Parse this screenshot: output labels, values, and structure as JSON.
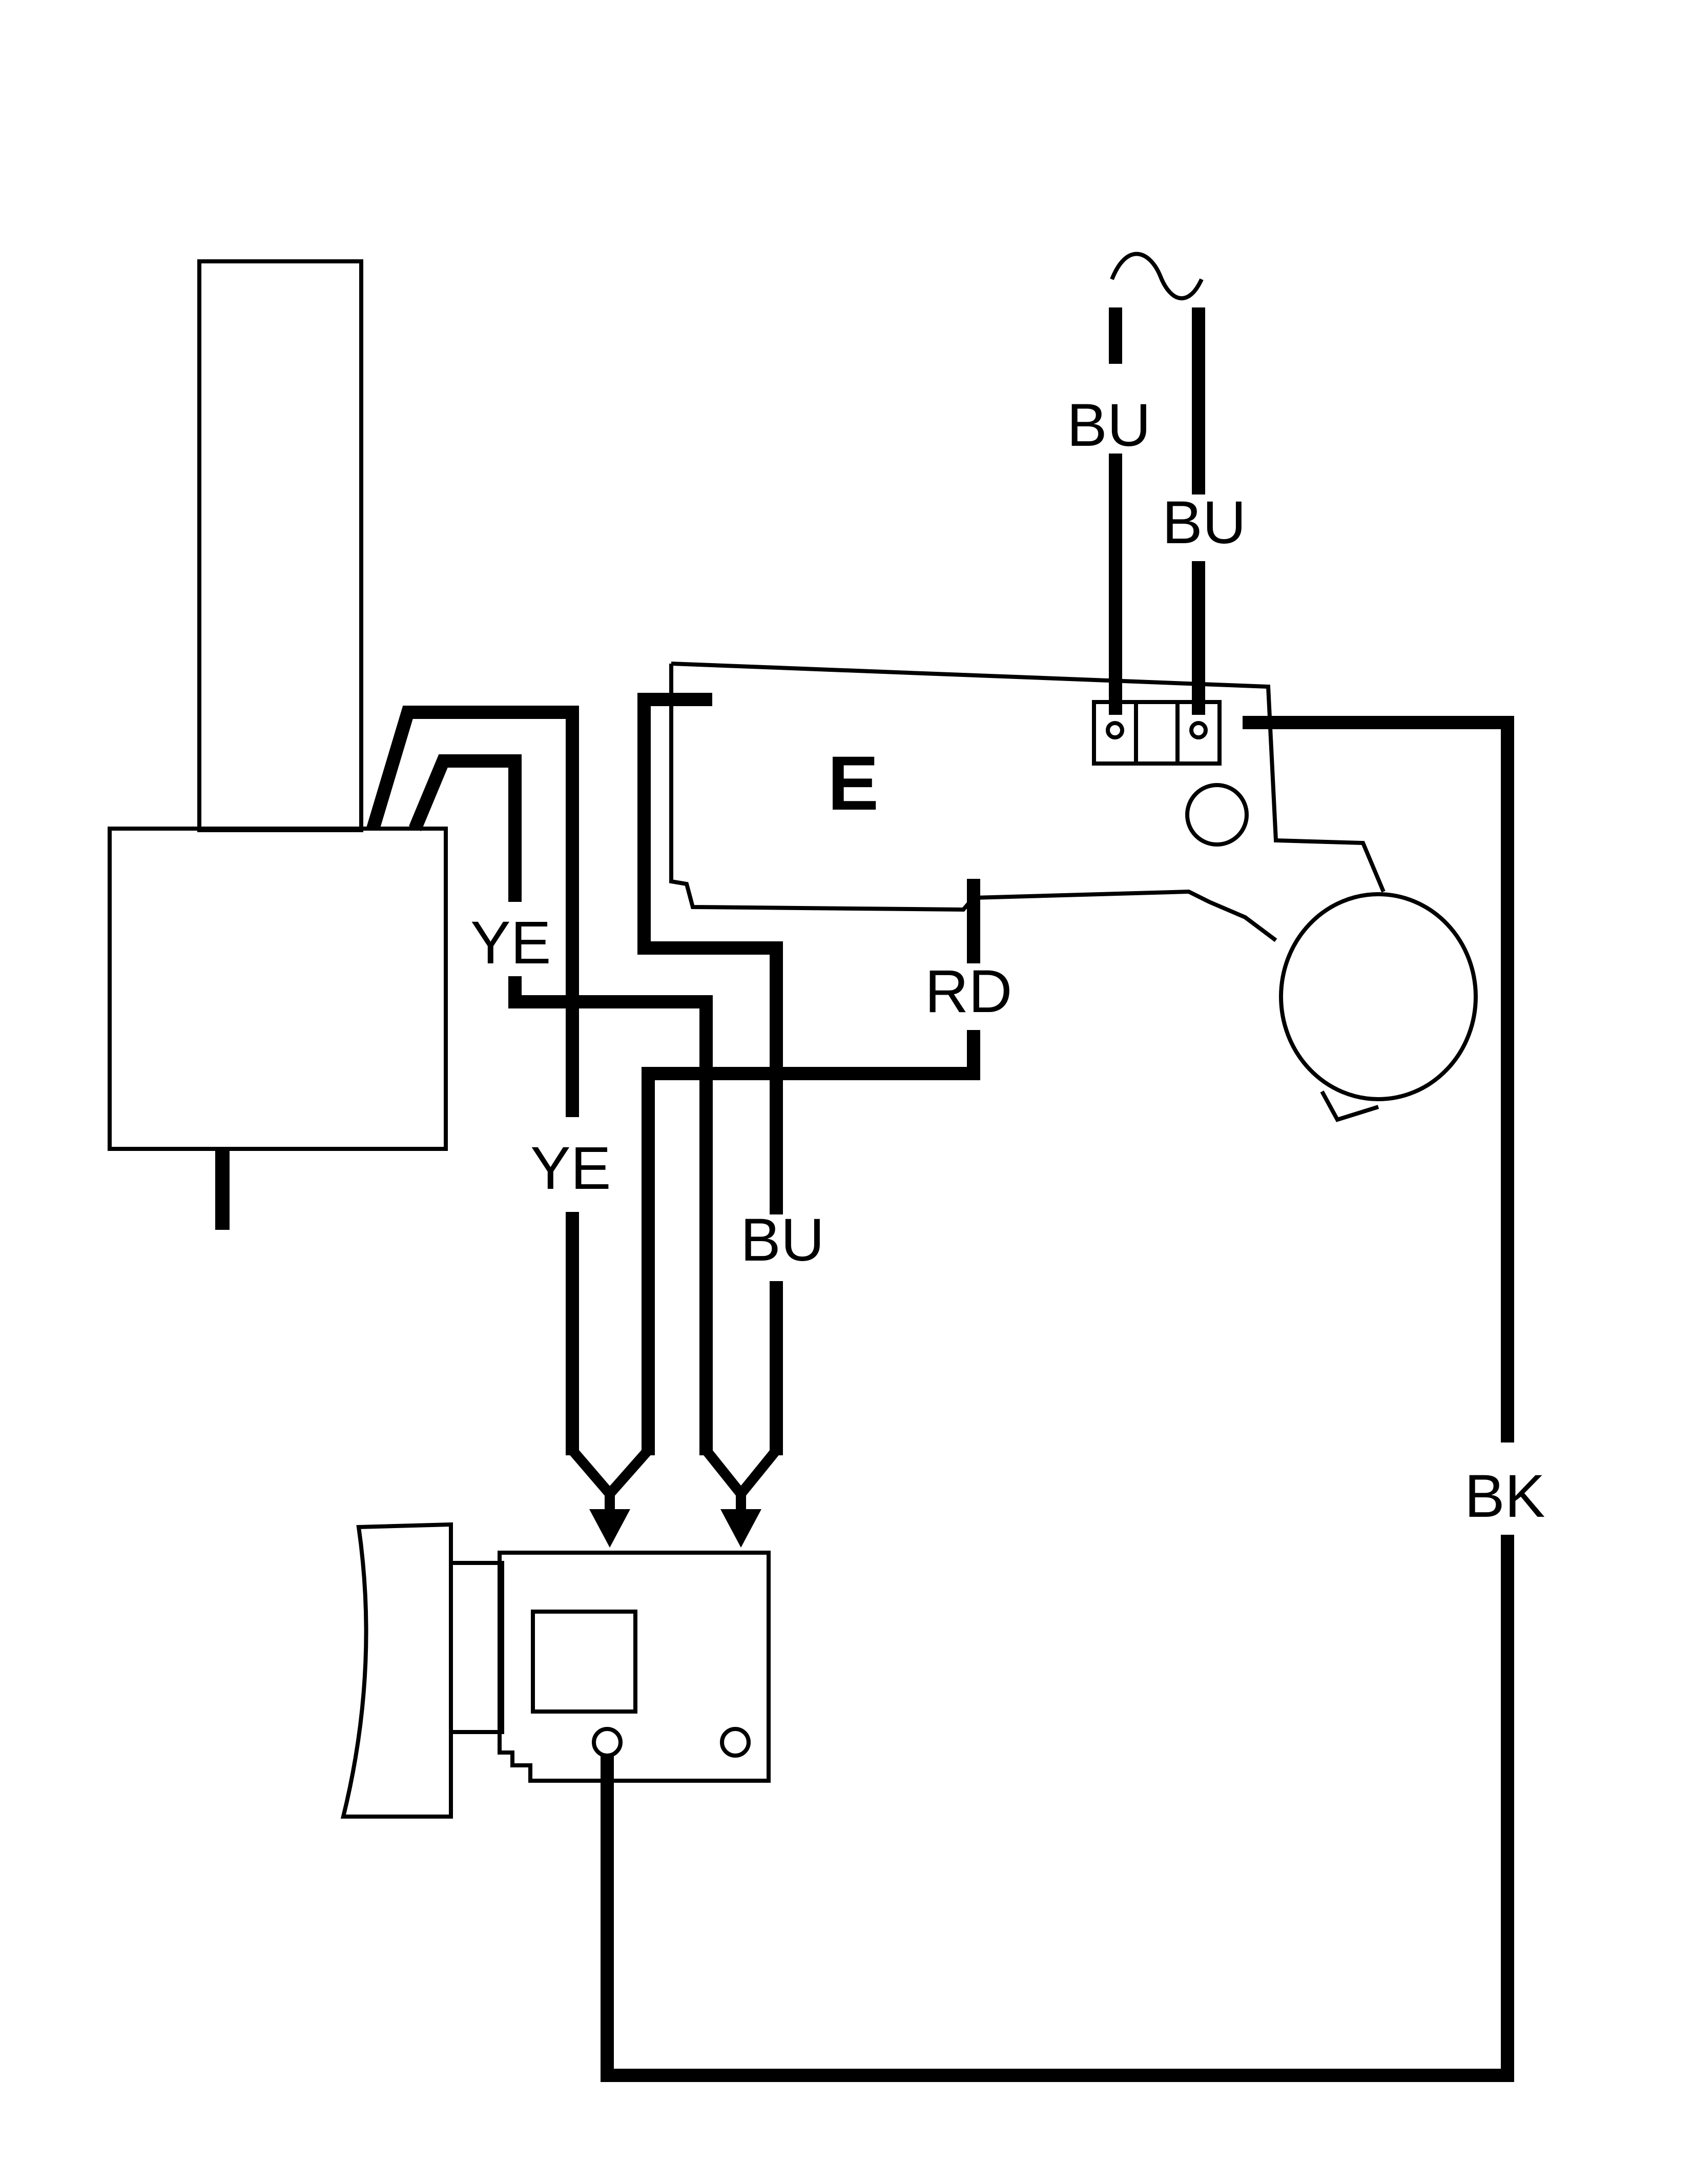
{
  "diagram": {
    "supply_symbol": "~",
    "module_label": "E",
    "wire_labels": {
      "supply_left": "BU",
      "supply_right": "BU",
      "yellow_upper": "YE",
      "yellow_lower": "YE",
      "red": "RD",
      "blue_lower": "BU",
      "black": "BK"
    }
  }
}
